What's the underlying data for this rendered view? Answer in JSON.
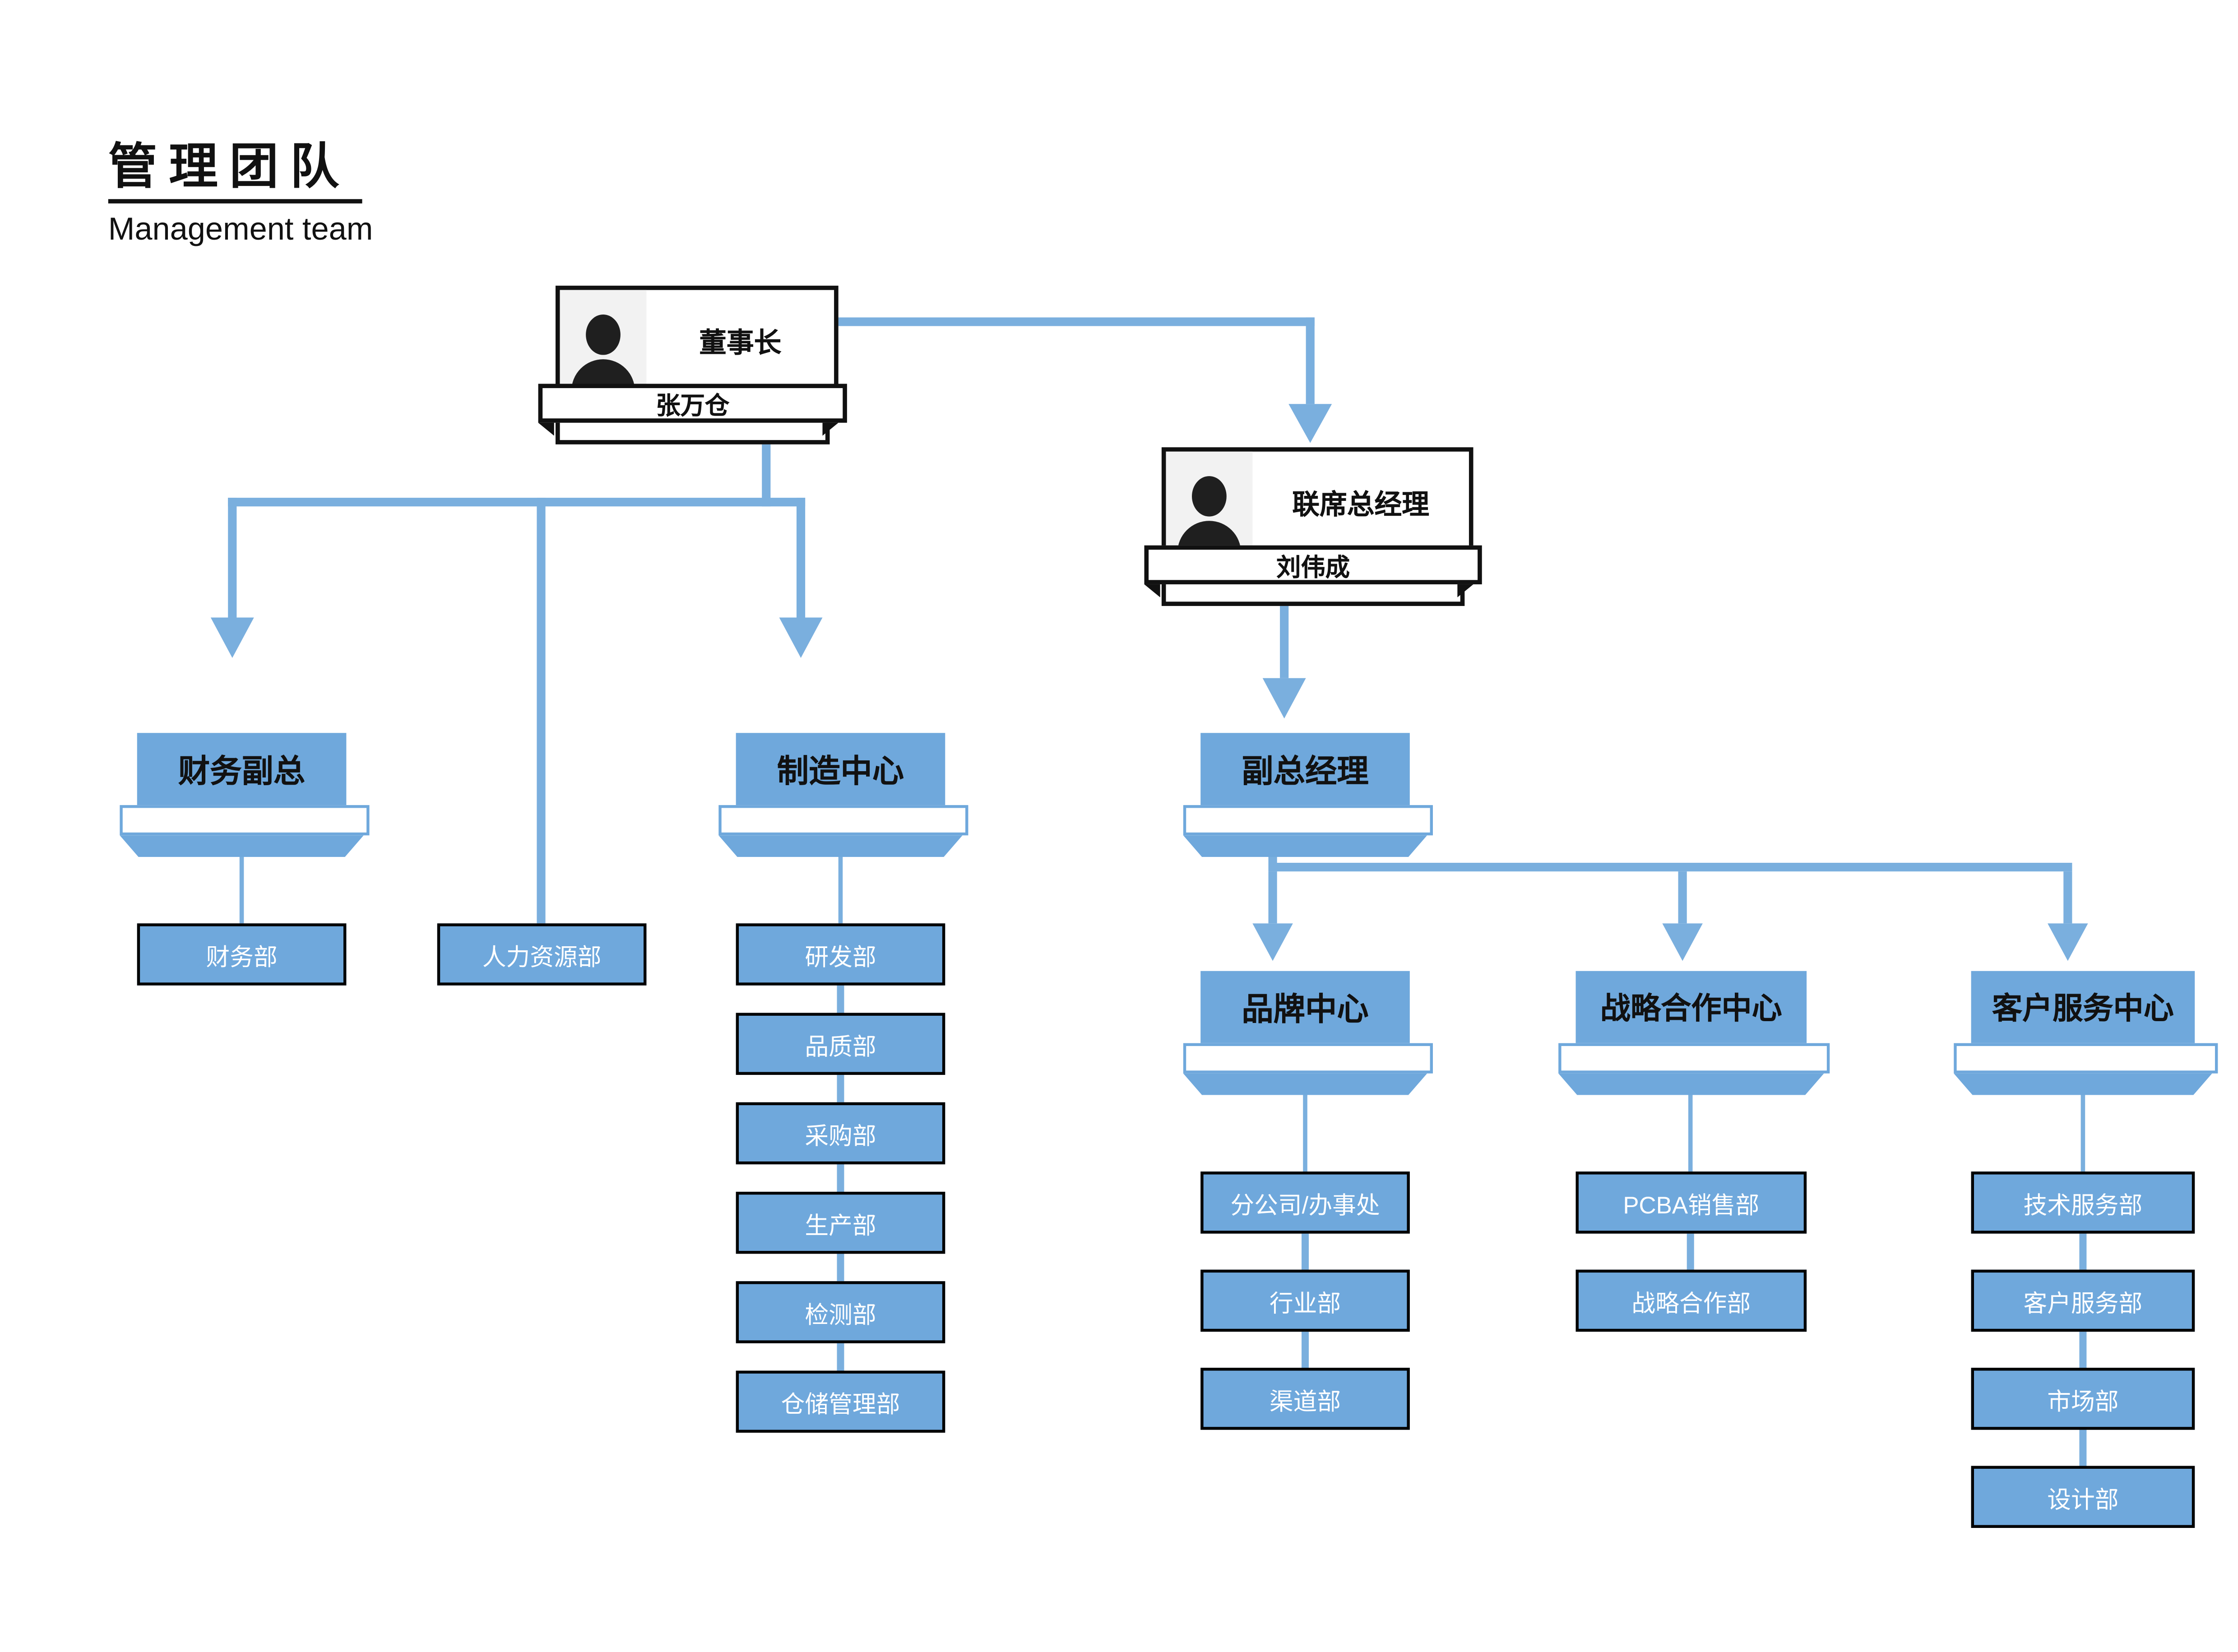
{
  "page": {
    "title": "管理团队",
    "subtitle": "Management team"
  },
  "colors": {
    "node_blue": "#6fa8dc",
    "connector_blue": "#7aafde",
    "photo_gray": "#f2f2f2",
    "border_black": "#111111",
    "dept_text": "#ffffff"
  },
  "chairman": {
    "title": "董事长",
    "name": "张万仓"
  },
  "co_general_manager": {
    "title": "联席总经理",
    "name": "刘伟成"
  },
  "vice_presidents": {
    "finance": {
      "label": "财务副总",
      "departments": [
        "财务部"
      ]
    },
    "manufacturing": {
      "label": "制造中心",
      "departments": [
        "研发部",
        "品质部",
        "采购部",
        "生产部",
        "检测部",
        "仓储管理部"
      ]
    },
    "deputy_gm": {
      "label": "副总经理"
    }
  },
  "direct_departments": [
    "人力资源部"
  ],
  "centers": {
    "brand": {
      "label": "品牌中心",
      "departments": [
        "分公司/办事处",
        "行业部",
        "渠道部"
      ]
    },
    "strategic": {
      "label": "战略合作中心",
      "departments": [
        "PCBA销售部",
        "战略合作部"
      ]
    },
    "customer_service": {
      "label": "客户服务中心",
      "departments": [
        "技术服务部",
        "客户服务部",
        "市场部",
        "设计部"
      ]
    }
  }
}
